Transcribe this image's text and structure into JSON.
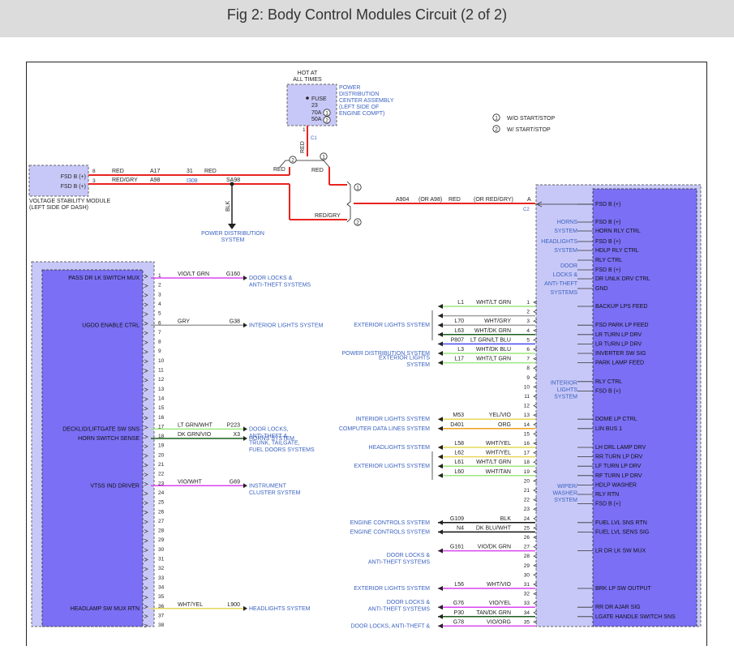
{
  "title": "Fig 2: Body Control Modules Circuit (2 of 2)",
  "colors": {
    "red": "#e8231f",
    "redgry": "#e8231f",
    "violet": "#d946ef",
    "gray": "#9e9e9e",
    "ltgrn": "#9be87f",
    "dkgrn": "#1d5e1d",
    "yellow": "#e6d85a",
    "orange": "#f0a020",
    "blue": "#4a4af0",
    "module": "#c8c8f8",
    "moduleDark": "#7b6ff5",
    "link": "#3b62c0"
  },
  "power": {
    "hot": [
      "HOT AT",
      "ALL TIMES"
    ],
    "fuse": [
      "FUSE",
      "23",
      "70A",
      "50A"
    ],
    "pdc": [
      "POWER",
      "DISTRIBUTION",
      "CENTER ASSEMBLY",
      "(LEFT SIDE OF",
      "ENGINE COMPT)"
    ],
    "pin": "1",
    "conn": "C1",
    "wire": "RED",
    "legend": [
      {
        "n": "1",
        "t": "W/O START/STOP"
      },
      {
        "n": "2",
        "t": "W/ START/STOP"
      }
    ]
  },
  "vsm": {
    "name": [
      "VOLTAGE STABILITY MODULE",
      "(LEFT SIDE OF DASH)"
    ],
    "pins": [
      "FSD B (+)",
      "FSD B (+)"
    ],
    "nums": [
      "8",
      "3"
    ],
    "top_wire": {
      "color": "RED",
      "c1": "A17",
      "c2": "31",
      "color2": "RED"
    },
    "bot_wire": {
      "color": "RED/GRY",
      "c1": "A98",
      "c2": "I308",
      "splice": "SA98"
    },
    "blk": "BLK",
    "pds": [
      "POWER DISTRIBUTION",
      "SYSTEM"
    ],
    "red_up": "RED",
    "red_right": "RED",
    "redgry": "RED/GRY",
    "a904": {
      "circuit": "A904",
      "alt": "(OR A98)",
      "color": "RED",
      "alt2": "(OR RED/GRY)",
      "pin": "A",
      "conn": "C2"
    }
  },
  "left": {
    "labels": [
      {
        "pin": 1,
        "t": "PASS DR LK SWITCH MUX"
      },
      {
        "pin": 6,
        "t": "UGDO ENABLE CTRL"
      },
      {
        "pin": 17,
        "t": "DECKLID/LIFTGATE SW SNS"
      },
      {
        "pin": 18,
        "t": "HORN SWITCH SENSE"
      },
      {
        "pin": 23,
        "t": "VTSS IND DRIVER"
      },
      {
        "pin": 36,
        "t": "HEADLAMP SW MUX RTN"
      }
    ],
    "wires": [
      {
        "pin": 1,
        "color": "VIO/LT GRN",
        "circ": "G160",
        "dest": [
          "DOOR LOCKS &",
          "ANTI-THEFT SYSTEMS"
        ],
        "hex": "#d946ef"
      },
      {
        "pin": 6,
        "color": "GRY",
        "circ": "G38",
        "dest": [
          "INTERIOR LIGHTS SYSTEM"
        ],
        "hex": "#9e9e9e"
      },
      {
        "pin": 17,
        "color": "LT GRN/WHT",
        "circ": "P223",
        "dest": [
          "DOOR LOCKS,",
          "ANTI-THEFT &",
          "TRUNK, TAILGATE,",
          "FUEL DOORS SYSTEMS"
        ],
        "hex": "#9be87f"
      },
      {
        "pin": 18,
        "color": "DK GRN/VIO",
        "circ": "X3",
        "dest": [
          "HORNS SYSTEM"
        ],
        "hex": "#1d5e1d"
      },
      {
        "pin": 23,
        "color": "VIO/WHT",
        "circ": "G69",
        "dest": [
          "INSTRUMENT",
          "CLUSTER SYSTEM"
        ],
        "hex": "#d946ef"
      },
      {
        "pin": 36,
        "color": "WHT/YEL",
        "circ": "L900",
        "dest": [
          "HEADLIGHTS SYSTEM"
        ],
        "hex": "#e6d85a"
      }
    ],
    "pin_numbers": [
      "1",
      "2",
      "3",
      "4",
      "5",
      "6",
      "7",
      "8",
      "9",
      "10",
      "11",
      "12",
      "13",
      "14",
      "15",
      "16",
      "17",
      "18",
      "19",
      "20",
      "21",
      "22",
      "23",
      "24",
      "25",
      "26",
      "27",
      "28",
      "29",
      "30",
      "31",
      "32",
      "33",
      "34",
      "35",
      "36",
      "37",
      "38"
    ]
  },
  "right": {
    "top_labels": [
      "FSD B (+)",
      "FSD B (+)",
      "HORN RLY CTRL",
      "FSD B (+)",
      "HDLP RLY CTRL",
      "RLY CTRL",
      "FSD B (+)",
      "DR UNLK DRV CTRL",
      "GND"
    ],
    "top_groups": [
      {
        "lines": [
          "HORNS",
          "SYSTEM"
        ]
      },
      {
        "lines": [
          "HEADLIGHTS",
          "SYSTEM"
        ]
      },
      {
        "lines": [
          "DOOR",
          "LOCKS &",
          "ANTI-THEFT",
          "SYSTEMS"
        ]
      }
    ],
    "pin_labels": [
      {
        "pin": 1,
        "t": "BACKUP LPS FEED"
      },
      {
        "pin": 3,
        "t": "FSD PARK LP FEED"
      },
      {
        "pin": 4,
        "t": "LR TURN LP DRV"
      },
      {
        "pin": 5,
        "t": "LR TURN LP DRV"
      },
      {
        "pin": 6,
        "t": "INVERTER SW SIG"
      },
      {
        "pin": 7,
        "t": "PARK LAMP FEED"
      },
      {
        "pin": 9,
        "t": "RLY CTRL"
      },
      {
        "pin": 10,
        "t": "FSD B (+)"
      },
      {
        "pin": 13,
        "t": "DOME LP CTRL"
      },
      {
        "pin": 14,
        "t": "LIN BUS 1"
      },
      {
        "pin": 16,
        "t": "LH DRL LAMP DRV"
      },
      {
        "pin": 17,
        "t": "RR TURN LP DRV"
      },
      {
        "pin": 18,
        "t": "LF TURN LP DRV"
      },
      {
        "pin": 19,
        "t": "RF TURN LP DRV"
      },
      {
        "pin": 20,
        "t": "HDLP WASHER"
      },
      {
        "pin": 21,
        "t": "RLY RTN"
      },
      {
        "pin": 22,
        "t": "FSD B (+)"
      },
      {
        "pin": 24,
        "t": "FUEL LVL SNS RTN"
      },
      {
        "pin": 25,
        "t": "FUEL LVL SENS SIG"
      },
      {
        "pin": 27,
        "t": "LR DR LK SW MUX"
      },
      {
        "pin": 31,
        "t": "BRK LP SW OUTPUT"
      },
      {
        "pin": 33,
        "t": "RR DR AJAR SIG"
      },
      {
        "pin": 34,
        "t": "LGATE HANDLE SWITCH SNS"
      }
    ],
    "mid_groups": [
      {
        "pin": 10,
        "lines": [
          "INTERIOR",
          "LIGHTS",
          "SYSTEM"
        ]
      },
      {
        "pin": 21,
        "lines": [
          "WIPER/",
          "WASHER",
          "SYSTEM"
        ]
      }
    ],
    "wires": [
      {
        "pin": 1,
        "circ": "L1",
        "color": "WHT/LT GRN",
        "hex": "#9be87f"
      },
      {
        "pin": 2,
        "circ": "",
        "color": "",
        "hex": "#9e9e9e"
      },
      {
        "pin": 3,
        "circ": "L70",
        "color": "WHT/GRY",
        "hex": "#9e9e9e"
      },
      {
        "pin": 4,
        "circ": "L63",
        "color": "WHT/DK GRN",
        "hex": "#1d5e1d"
      },
      {
        "pin": 5,
        "circ": "P807",
        "color": "LT GRN/LT BLU",
        "hex": "#4a4af0"
      },
      {
        "pin": 6,
        "circ": "L3",
        "color": "WHT/DK BLU",
        "hex": "#9be87f"
      },
      {
        "pin": 7,
        "circ": "L17",
        "color": "WHT/LT GRN",
        "hex": "#9be87f"
      },
      {
        "pin": 13,
        "circ": "M53",
        "color": "YEL/VIO",
        "hex": "#e6d85a"
      },
      {
        "pin": 14,
        "circ": "D401",
        "color": "ORG",
        "hex": "#f0a020"
      },
      {
        "pin": 16,
        "circ": "L58",
        "color": "WHT/YEL",
        "hex": "#e6d85a"
      },
      {
        "pin": 17,
        "circ": "L62",
        "color": "WHT/YEL",
        "hex": "#e6d85a"
      },
      {
        "pin": 18,
        "circ": "L61",
        "color": "WHT/LT GRN",
        "hex": "#9be87f"
      },
      {
        "pin": 19,
        "circ": "L60",
        "color": "WHT/TAN",
        "hex": "#9be87f"
      },
      {
        "pin": 24,
        "circ": "G109",
        "color": "BLK",
        "hex": "#111111"
      },
      {
        "pin": 25,
        "circ": "N4",
        "color": "DK BLU/WHT",
        "hex": "#111111"
      },
      {
        "pin": 27,
        "circ": "G161",
        "color": "VIO/DK GRN",
        "hex": "#d946ef"
      },
      {
        "pin": 31,
        "circ": "L56",
        "color": "WHT/VIO",
        "hex": "#d946ef"
      },
      {
        "pin": 33,
        "circ": "G76",
        "color": "VIO/YEL",
        "hex": "#d946ef"
      },
      {
        "pin": 34,
        "circ": "P30",
        "color": "TAN/DK GRN",
        "hex": "#1d5e1d"
      },
      {
        "pin": 35,
        "circ": "G78",
        "color": "VIO/ORG",
        "hex": "#d946ef"
      }
    ],
    "dests": [
      {
        "pin": 3,
        "lines": [
          "EXTERIOR LIGHTS SYSTEM"
        ]
      },
      {
        "pin": 6,
        "lines": [
          "POWER DISTRIBUTION SYSTEM"
        ]
      },
      {
        "pin": 7,
        "lines": [
          "EXTERIOR LIGHTS",
          "SYSTEM"
        ]
      },
      {
        "pin": 13,
        "lines": [
          "INTERIOR LIGHTS SYSTEM"
        ]
      },
      {
        "pin": 14,
        "lines": [
          "COMPUTER DATA LINES SYSTEM"
        ]
      },
      {
        "pin": 16,
        "lines": [
          "HEADLIGHTS SYSTEM"
        ]
      },
      {
        "pin": 18,
        "lines": [
          "EXTERIOR LIGHTS SYSTEM"
        ]
      },
      {
        "pin": 24,
        "lines": [
          "ENGINE CONTROLS SYSTEM"
        ]
      },
      {
        "pin": 25,
        "lines": [
          "ENGINE CONTROLS SYSTEM"
        ]
      },
      {
        "pin": 28,
        "lines": [
          "DOOR LOCKS &",
          "ANTI-THEFT SYSTEMS"
        ]
      },
      {
        "pin": 31,
        "lines": [
          "EXTERIOR LIGHTS SYSTEM"
        ]
      },
      {
        "pin": 33,
        "lines": [
          "DOOR LOCKS &",
          "ANTI-THEFT SYSTEMS"
        ]
      },
      {
        "pin": 35,
        "lines": [
          "DOOR LOCKS, ANTI-THEFT &"
        ]
      }
    ],
    "pin_numbers": [
      "1",
      "2",
      "3",
      "4",
      "5",
      "6",
      "7",
      "8",
      "9",
      "10",
      "11",
      "12",
      "13",
      "14",
      "15",
      "16",
      "17",
      "18",
      "19",
      "20",
      "21",
      "22",
      "23",
      "24",
      "25",
      "26",
      "27",
      "28",
      "29",
      "30",
      "31",
      "32",
      "33",
      "34",
      "35"
    ]
  }
}
